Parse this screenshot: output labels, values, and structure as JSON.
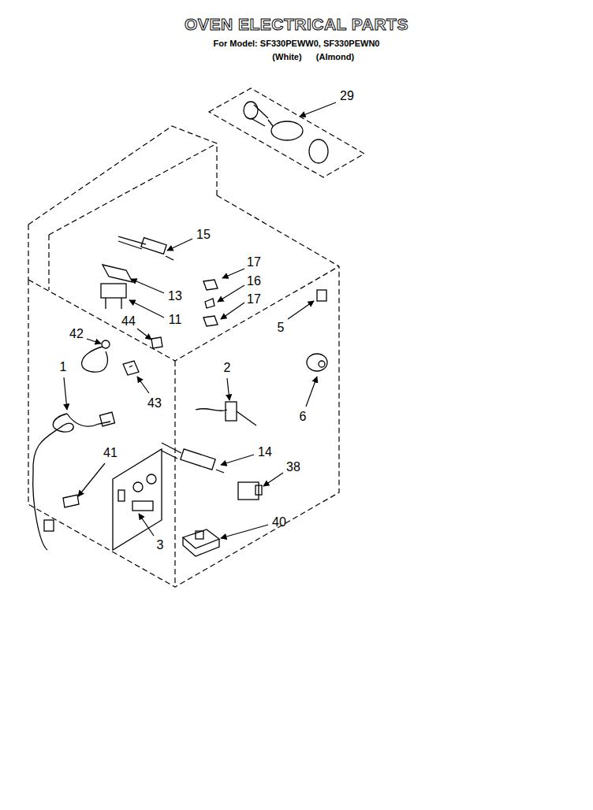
{
  "diagram": {
    "title": "OVEN ELECTRICAL PARTS",
    "labels": [
      "For Model: SF330PEWW0, SF330PEWN0",
      "(White)",
      "(Almond)",
      "29",
      "15",
      "17",
      "16",
      "17",
      "13",
      "11",
      "5",
      "44",
      "42",
      "1",
      "43",
      "2",
      "6",
      "14",
      "38",
      "41",
      "3",
      "40"
    ]
  }
}
